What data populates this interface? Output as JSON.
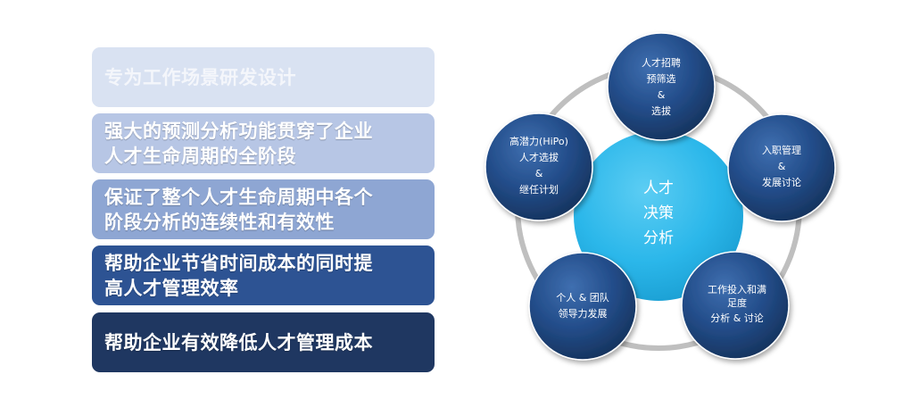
{
  "benefits": [
    {
      "lines": [
        "专为工作场景研发设计"
      ]
    },
    {
      "lines": [
        "强大的预测分析功能贯穿了企业",
        "人才生命周期的全阶段"
      ]
    },
    {
      "lines": [
        "保证了整个人才生命周期中各个",
        "阶段分析的连续性和有效性"
      ]
    },
    {
      "lines": [
        "帮助企业节省时间成本的同时提",
        "高人才管理效率"
      ]
    },
    {
      "lines": [
        "帮助企业有效降低人才管理成本"
      ]
    }
  ],
  "hub": {
    "lines": [
      "人才",
      "决策",
      "分析"
    ]
  },
  "nodes": [
    {
      "lines": [
        "人才招聘",
        "预筛选",
        "&",
        "选拔"
      ]
    },
    {
      "lines": [
        "入职管理",
        "&",
        "发展讨论"
      ]
    },
    {
      "lines": [
        "工作投入和满",
        "足度",
        "分析 & 讨论"
      ]
    },
    {
      "lines": [
        "个人 & 团队",
        "领导力发展"
      ]
    },
    {
      "lines": [
        "高潜力(HiPo)",
        "人才选拔",
        "&",
        "继任计划"
      ]
    }
  ],
  "colors": {
    "hub": "#2bb7ea",
    "node": "#1f4a85",
    "ring": "#bfbfbf"
  }
}
